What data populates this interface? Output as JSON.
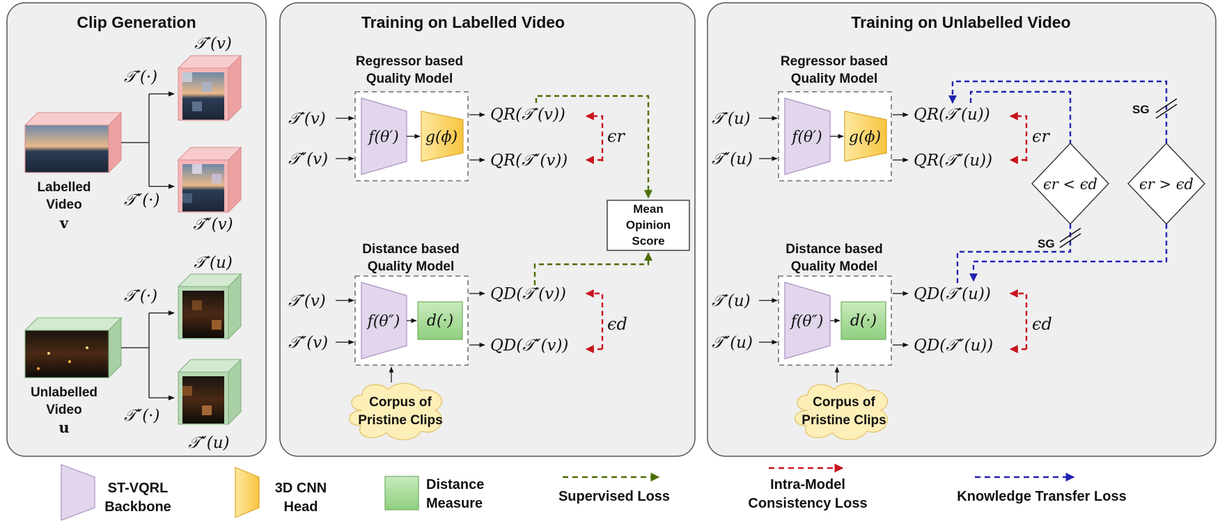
{
  "panels": {
    "clip_generation": {
      "title": "Clip Generation",
      "labelled": {
        "line1": "Labelled",
        "line2": "Video",
        "var": "v"
      },
      "unlabelled": {
        "line1": "Unlabelled",
        "line2": "Video",
        "var": "u"
      },
      "t1_op": "𝒯′(·)",
      "t2_op": "𝒯″(·)",
      "t1_v": "𝒯′(v)",
      "t2_v": "𝒯″(v)",
      "t1_u": "𝒯′(u)",
      "t2_u": "𝒯″(u)"
    },
    "labelled": {
      "title": "Training on Labelled Video",
      "regressor_title_1": "Regressor based",
      "regressor_title_2": "Quality Model",
      "distance_title_1": "Distance based",
      "distance_title_2": "Quality Model",
      "in_t1": "𝒯′(v)",
      "in_t2": "𝒯″(v)",
      "f_theta_p": "f(θ′)",
      "g_phi": "g(ϕ)",
      "f_theta_pp": "f(θ″)",
      "d_dot": "d(·)",
      "qr1": "QR(𝒯′(v))",
      "qr2": "QR(𝒯″(v))",
      "qd1": "QD(𝒯′(v))",
      "qd2": "QD(𝒯″(v))",
      "eps_r": "ϵr",
      "eps_d": "ϵd",
      "mos_1": "Mean",
      "mos_2": "Opinion",
      "mos_3": "Score",
      "corpus_1": "Corpus of",
      "corpus_2": "Pristine Clips"
    },
    "unlabelled": {
      "title": "Training on Unlabelled Video",
      "regressor_title_1": "Regressor based",
      "regressor_title_2": "Quality Model",
      "distance_title_1": "Distance based",
      "distance_title_2": "Quality Model",
      "in_t1": "𝒯′(u)",
      "in_t2": "𝒯″(u)",
      "f_theta_p": "f(θ′)",
      "g_phi": "g(ϕ)",
      "f_theta_pp": "f(θ″)",
      "d_dot": "d(·)",
      "qr1": "QR(𝒯′(u))",
      "qr2": "QR(𝒯″(u))",
      "qd1": "QD(𝒯′(u))",
      "qd2": "QD(𝒯″(u))",
      "eps_r": "ϵr",
      "eps_d": "ϵd",
      "cond_lt": "ϵr < ϵd",
      "cond_gt": "ϵr > ϵd",
      "sg": "SG",
      "corpus_1": "Corpus of",
      "corpus_2": "Pristine Clips"
    }
  },
  "legend": {
    "backbone_1": "ST-VQRL",
    "backbone_2": "Backbone",
    "head_1": "3D CNN",
    "head_2": "Head",
    "dist_1": "Distance",
    "dist_2": "Measure",
    "supervised": "Supervised Loss",
    "intra_1": "Intra-Model",
    "intra_2": "Consistency Loss",
    "kt": "Knowledge Transfer Loss"
  },
  "colors": {
    "supervised": "#4a6e00",
    "intra": "#c8141e",
    "knowledge": "#2222b0",
    "backbone": "#e2d6ec",
    "head": "#fbd66a",
    "distance": "#a8d99a",
    "labelled_cube": "#f4b6b6",
    "unlabelled_cube": "#b7d8b4",
    "corpus": "#fdefb8"
  }
}
